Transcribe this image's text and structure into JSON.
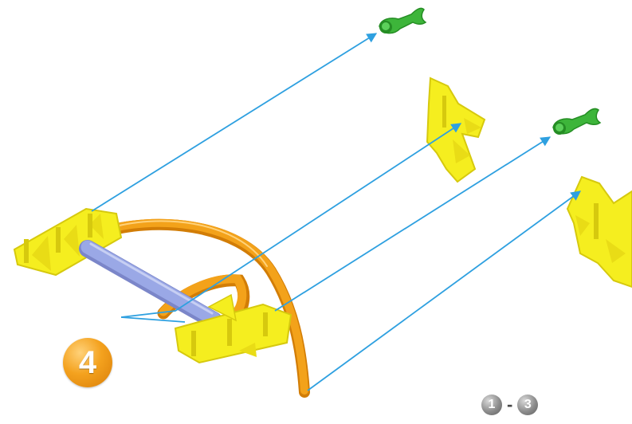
{
  "step": {
    "number": "4"
  },
  "reference": {
    "from": "1",
    "separator": "-",
    "to": "3"
  },
  "colors": {
    "arrow": "#2ea0e0",
    "connector_yellow": "#f5ee1f",
    "connector_yellow_shade": "#d6c90e",
    "rod_blue": "#9aa8e6",
    "rod_blue_shade": "#7b86c9",
    "rod_orange": "#f3a21a",
    "rod_orange_shade": "#d27d06",
    "clip_green": "#3db53a",
    "clip_green_shade": "#258d24",
    "badge_orange": "#f4a21e",
    "ref_gray": "#8c8c8c"
  },
  "parts": [
    {
      "name": "yellow-connector-left",
      "kind": "connector",
      "color": "yellow"
    },
    {
      "name": "yellow-connector-center",
      "kind": "connector",
      "color": "yellow"
    },
    {
      "name": "yellow-connector-floating-top",
      "kind": "connector",
      "color": "yellow"
    },
    {
      "name": "yellow-connector-floating-right",
      "kind": "connector",
      "color": "yellow"
    },
    {
      "name": "blue-rod",
      "kind": "rod",
      "color": "blue"
    },
    {
      "name": "orange-flexible-rod",
      "kind": "flexible-rod",
      "color": "orange"
    },
    {
      "name": "green-clip-top",
      "kind": "clip",
      "color": "green"
    },
    {
      "name": "green-clip-middle",
      "kind": "clip",
      "color": "green"
    }
  ]
}
